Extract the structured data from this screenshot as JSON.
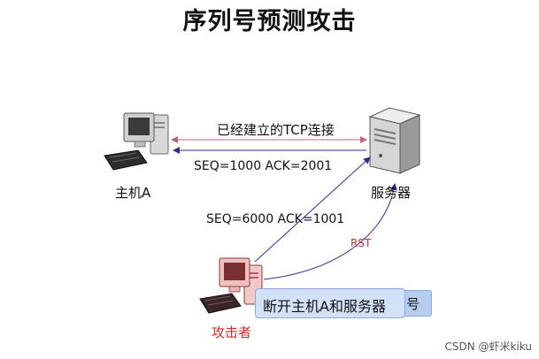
{
  "title": "序列号预测攻击",
  "nodes": {
    "host_a": "主机A",
    "server": "服务器",
    "attacker": "攻击者"
  },
  "messages": {
    "connection": "已经建立的TCP连接",
    "seq_ack_1": "SEQ=1000  ACK=2001",
    "seq_ack_2": "SEQ=6000  ACK=1001",
    "rst": "RST"
  },
  "tooltip": {
    "text": "断开主机A和服务器",
    "suffix": "号"
  },
  "watermark": "CSDN @虾米kiku",
  "colors": {
    "connection_line": "#c0647a",
    "arrow_line": "#2e2f8f",
    "rst_label": "#c0392b",
    "attacker_label": "#d22c2c",
    "tooltip_bg": "#d3e1f8"
  },
  "icons": {
    "host_a": "computer-icon",
    "server": "server-tower-icon",
    "attacker": "computer-icon-red"
  }
}
